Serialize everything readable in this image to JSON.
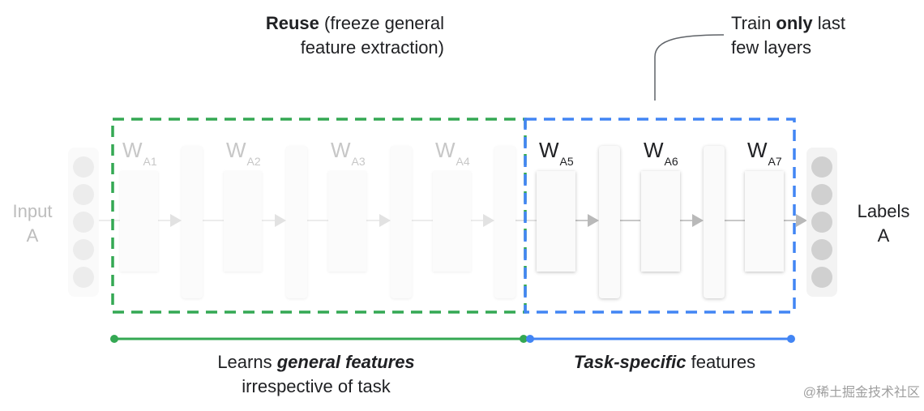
{
  "colors": {
    "reuse_green": "#34a853",
    "train_blue": "#4285f4",
    "text_dark": "#202124",
    "text_faded": "#bdbdbd"
  },
  "top_left_caption": {
    "bold": "Reuse",
    "line1_rest": " (freeze general",
    "line2": "feature extraction)"
  },
  "top_right_caption": {
    "line1_pre": "Train ",
    "line1_bold": "only",
    "line1_post": " last",
    "line2": "few layers"
  },
  "input_label": {
    "line1": "Input",
    "line2": "A"
  },
  "output_label": {
    "line1": "Labels",
    "line2": "A"
  },
  "weights": [
    {
      "letter": "W",
      "sub": "A1",
      "state": "faded"
    },
    {
      "letter": "W",
      "sub": "A2",
      "state": "faded"
    },
    {
      "letter": "W",
      "sub": "A3",
      "state": "faded"
    },
    {
      "letter": "W",
      "sub": "A4",
      "state": "faded"
    },
    {
      "letter": "W",
      "sub": "A5",
      "state": "active"
    },
    {
      "letter": "W",
      "sub": "A6",
      "state": "active"
    },
    {
      "letter": "W",
      "sub": "A7",
      "state": "active"
    }
  ],
  "bottom_left_caption": {
    "line1_pre": "Learns ",
    "line1_bold": "general features",
    "line2": "irrespective of task"
  },
  "bottom_right_caption": {
    "bold": "Task-specific",
    "rest": " features"
  },
  "watermark": "@稀土掘金技术社区"
}
